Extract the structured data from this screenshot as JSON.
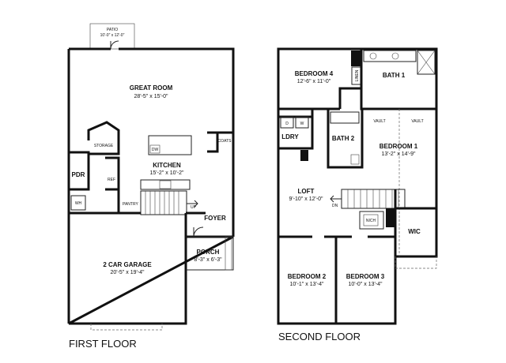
{
  "first_floor": {
    "title": "FIRST FLOOR",
    "patio": {
      "label": "PATIO",
      "dim": "10'-0\" x 12'-0\""
    },
    "great_room": {
      "label": "GREAT ROOM",
      "dim": "28'-5\" x 15'-0\""
    },
    "storage": {
      "label": "STORAGE"
    },
    "dw": {
      "label": "DW"
    },
    "coats": {
      "label": "COATS"
    },
    "kitchen": {
      "label": "KITCHEN",
      "dim": "15'-2\" x 10'-2\""
    },
    "pdr": {
      "label": "PDR"
    },
    "ref": {
      "label": "REF"
    },
    "pantry": {
      "label": "PANTRY"
    },
    "up": {
      "label": "UP"
    },
    "wh": {
      "label": "WH"
    },
    "foyer": {
      "label": "FOYER"
    },
    "porch": {
      "label": "PORCH",
      "dim": "8'-3\" x 6'-3\""
    },
    "garage": {
      "label": "2 CAR GARAGE",
      "dim": "20'-5\" x 19'-4\""
    }
  },
  "second_floor": {
    "title": "SECOND FLOOR",
    "bedroom4": {
      "label": "BEDROOM 4",
      "dim": "12'-6\" x 11'-0\""
    },
    "linen": {
      "label": "LINEN"
    },
    "bath1": {
      "label": "BATH 1"
    },
    "vault1": {
      "label": "VAULT"
    },
    "vault2": {
      "label": "VAULT"
    },
    "d": {
      "label": "D"
    },
    "w": {
      "label": "W"
    },
    "ldry": {
      "label": "LDRY"
    },
    "bath2": {
      "label": "BATH 2"
    },
    "bedroom1": {
      "label": "BEDROOM 1",
      "dim": "13'-2\" x 14'-9\""
    },
    "loft": {
      "label": "LOFT",
      "dim": "9'-10\" x 12'-0\""
    },
    "dn": {
      "label": "DN"
    },
    "niche": {
      "label": "NICH"
    },
    "wic": {
      "label": "WIC"
    },
    "bedroom2": {
      "label": "BEDROOM 2",
      "dim": "10'-1\" x 13'-4\""
    },
    "bedroom3": {
      "label": "BEDROOM 3",
      "dim": "10'-0\" x 13'-4\""
    }
  }
}
